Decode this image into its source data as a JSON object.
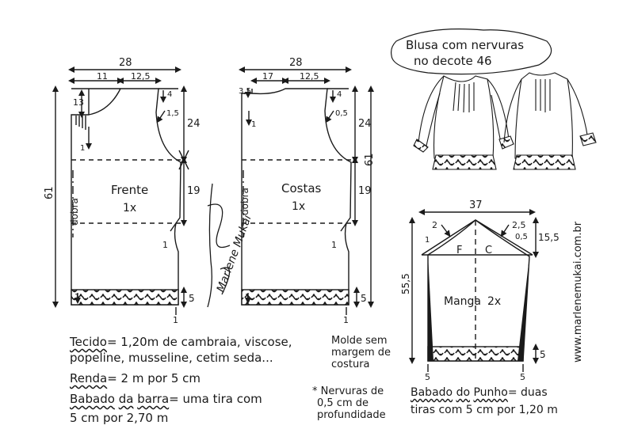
{
  "title_lines": [
    "Blusa com nervuras",
    "no decote 46"
  ],
  "website": "www.marlenemukai.com.br",
  "signature": "Marlene Mukai",
  "colors": {
    "ink": "#1a1a1a",
    "paper": "#ffffff",
    "lace_fill": "#2b2b2b"
  },
  "frente": {
    "label": "Frente",
    "qty": "1x",
    "fold": "dobra",
    "dims": {
      "width": "28",
      "neck_w": "11",
      "shoulder_w": "12,5",
      "neck_h": "13",
      "shoulder_drop": "4",
      "armhole_a": "1,5",
      "top_arrow": "1",
      "armhole_h": "24",
      "side_h": "19",
      "total_h": "61",
      "hem_h": "5",
      "side_mark": "1",
      "hem_mark": "1",
      "hem_mark2": "1"
    }
  },
  "costas": {
    "label": "Costas",
    "qty": "1x",
    "fold": "dobra",
    "dims": {
      "width": "28",
      "neck_w": "17",
      "shoulder_w": "12,5",
      "neck_h": "3,5",
      "shoulder_drop": "4",
      "armhole_a": "0,5",
      "top_arrow": "1",
      "armhole_h": "24",
      "side_h": "19",
      "total_h": "61",
      "hem_h": "5",
      "side_mark": "1",
      "hem_mark": "1",
      "hem_mark2": "1"
    }
  },
  "manga": {
    "label": "Manga",
    "qty": "2x",
    "front_label": "F",
    "back_label": "C",
    "dims": {
      "width": "37",
      "cap_left": "2",
      "cap_mark": "1",
      "cap_right": "2,5",
      "cap_right2": "0,5",
      "cap_h": "15,5",
      "total_h": "55,5",
      "hem_h": "5",
      "bottom_left": "5",
      "bottom_right": "5"
    }
  },
  "notes": {
    "fabric_label": "Tecido",
    "fabric_text": "= 1,20m de cambraia, viscose,",
    "fabric_text2": "popeline, musseline, cetim seda...",
    "lace_label": "Renda",
    "lace_text": "= 2 m por 5 cm",
    "ruffle_label_1": "Babado",
    "ruffle_label_2": "da",
    "ruffle_label_3": "barra",
    "ruffle_text": "= uma tira com",
    "ruffle_text2": "5 cm por 2,70 m",
    "seam_lines": [
      "Molde sem",
      "margem de",
      "costura"
    ],
    "pleat_lines": [
      "* Nervuras de",
      "0,5 cm de",
      "profundidade"
    ],
    "cuff_label_1": "Babado",
    "cuff_label_2": "do",
    "cuff_label_3": "Punho",
    "cuff_text": "= duas",
    "cuff_text2": "tiras com 5 cm por 1,20 m"
  }
}
